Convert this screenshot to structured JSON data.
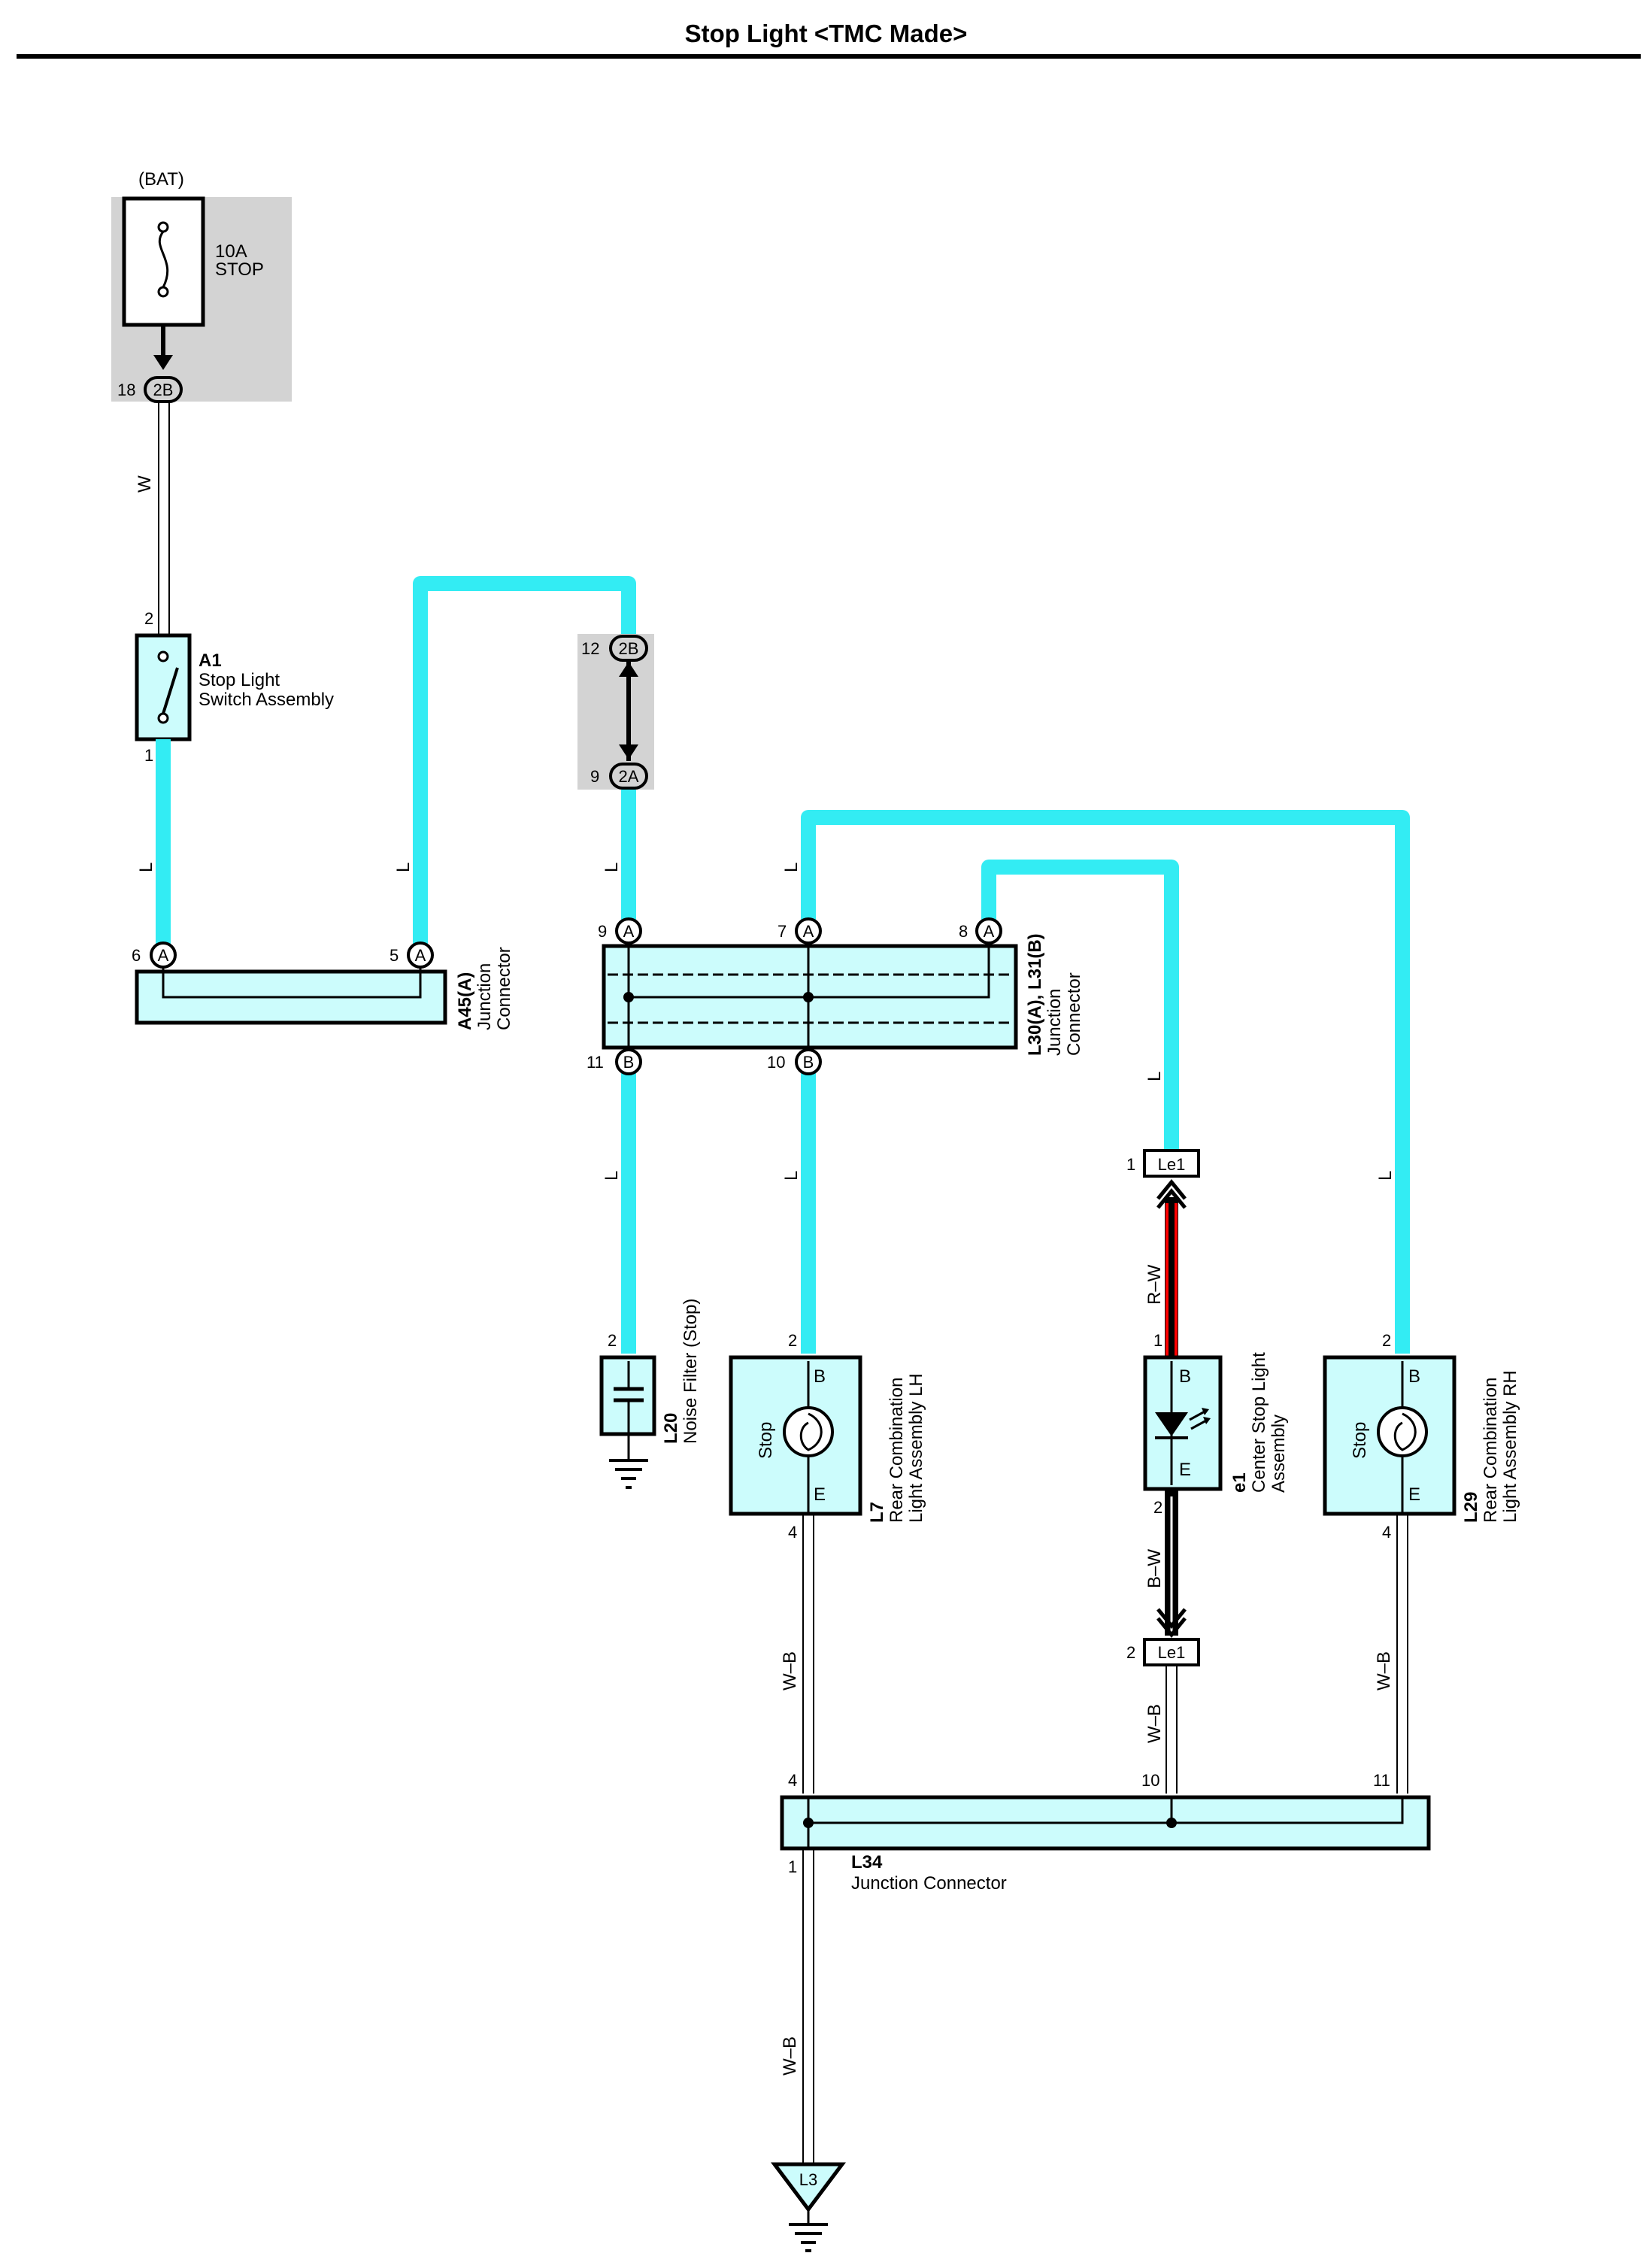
{
  "title": "Stop Light <TMC Made>",
  "colors": {
    "cyan_wire": "#33ecf3",
    "red_wire": "#ff0000",
    "component_fill": "#ccfcfc",
    "fuse_box": "#d3d3d3"
  },
  "power": {
    "label": "(BAT)",
    "fuse_rating": "10A",
    "fuse_name": "STOP",
    "pin": "18",
    "connector": "2B"
  },
  "wire_colors": {
    "w": "W",
    "l": "L",
    "rw": "R–W",
    "bw": "B–W",
    "wb": "W–B"
  },
  "a1": {
    "id": "A1",
    "name_1": "Stop Light",
    "name_2": "Switch Assembly",
    "pin_top": "2",
    "pin_bottom": "1"
  },
  "a45": {
    "id": "A45(A)",
    "name_1": "Junction",
    "name_2": "Connector",
    "pin_left": "6",
    "pin_right": "5",
    "conn": "A"
  },
  "jb": {
    "pin_top": "12",
    "conn_top": "2B",
    "pin_bottom": "9",
    "conn_bottom": "2A"
  },
  "l30": {
    "id": "L30(A), L31(B)",
    "name_1": "Junction",
    "name_2": "Connector",
    "pin_a9": "9",
    "pin_a7": "7",
    "pin_a8": "8",
    "pin_b11": "11",
    "pin_b10": "10",
    "conn_a": "A",
    "conn_b": "B"
  },
  "l20": {
    "id": "L20",
    "name": "Noise Filter (Stop)",
    "pin": "2"
  },
  "l7": {
    "id": "L7",
    "name_1": "Rear Combination",
    "name_2": "Light Assembly LH",
    "function": "Stop",
    "term_b": "B",
    "term_e": "E",
    "pin_top": "2",
    "pin_bottom": "4"
  },
  "e1": {
    "id": "e1",
    "name_1": "Center Stop Light",
    "name_2": "Assembly",
    "term_b": "B",
    "term_e": "E",
    "pin_top": "1",
    "pin_bottom": "2"
  },
  "le1": {
    "conn": "Le1",
    "pin_top": "1",
    "pin_bottom": "2"
  },
  "l29": {
    "id": "L29",
    "name_1": "Rear Combination",
    "name_2": "Light Assembly RH",
    "function": "Stop",
    "term_b": "B",
    "term_e": "E",
    "pin_top": "2",
    "pin_bottom": "4"
  },
  "l34": {
    "id": "L34",
    "name": "Junction Connector",
    "pin_left": "4",
    "pin_mid": "10",
    "pin_right": "11",
    "pin_bottom": "1"
  },
  "ground": {
    "id": "L3"
  }
}
